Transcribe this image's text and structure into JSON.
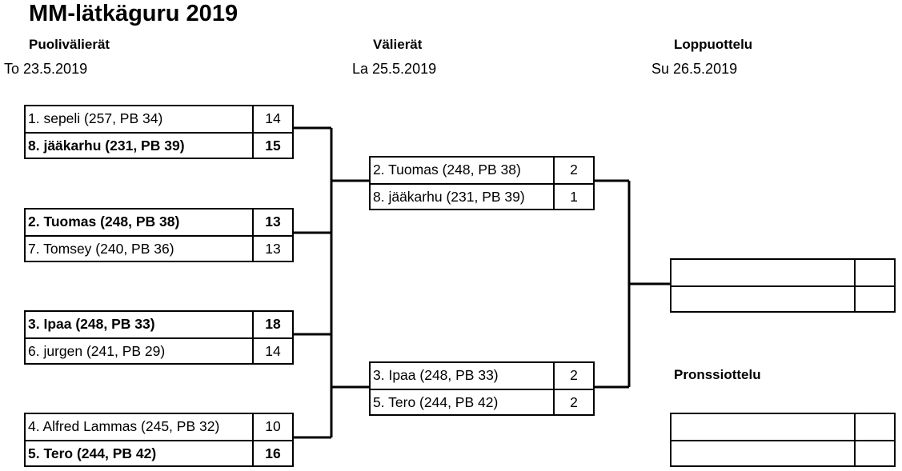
{
  "title": "MM-lätkäguru 2019",
  "rounds": {
    "quarterfinals": {
      "label": "Puolivälierät",
      "date": "To 23.5.2019"
    },
    "semifinals": {
      "label": "Välierät",
      "date": "La 25.5.2019"
    },
    "final": {
      "label": "Loppuottelu",
      "date": "Su 26.5.2019"
    },
    "bronze": {
      "label": "Pronssiottelu"
    }
  },
  "quarterfinals": [
    {
      "teams": [
        {
          "name": "1. sepeli (257, PB 34)",
          "score": "14",
          "winner": false
        },
        {
          "name": "8. jääkarhu (231, PB 39)",
          "score": "15",
          "winner": true
        }
      ]
    },
    {
      "teams": [
        {
          "name": "2. Tuomas (248, PB 38)",
          "score": "13",
          "winner": true
        },
        {
          "name": "7. Tomsey (240, PB 36)",
          "score": "13",
          "winner": false
        }
      ]
    },
    {
      "teams": [
        {
          "name": "3. Ipaa (248, PB 33)",
          "score": "18",
          "winner": true
        },
        {
          "name": "6. jurgen (241, PB 29)",
          "score": "14",
          "winner": false
        }
      ]
    },
    {
      "teams": [
        {
          "name": "4. Alfred Lammas (245, PB 32)",
          "score": "10",
          "winner": false
        },
        {
          "name": "5. Tero (244, PB 42)",
          "score": "16",
          "winner": true
        }
      ]
    }
  ],
  "semifinals": [
    {
      "teams": [
        {
          "name": "2. Tuomas (248, PB 38)",
          "score": "2",
          "winner": false
        },
        {
          "name": "8. jääkarhu (231, PB 39)",
          "score": "1",
          "winner": false
        }
      ]
    },
    {
      "teams": [
        {
          "name": "3. Ipaa (248, PB 33)",
          "score": "2",
          "winner": false
        },
        {
          "name": "5. Tero (244, PB 42)",
          "score": "2",
          "winner": false
        }
      ]
    }
  ],
  "final": {
    "teams": [
      {
        "name": "",
        "score": ""
      },
      {
        "name": "",
        "score": ""
      }
    ]
  },
  "bronze": {
    "teams": [
      {
        "name": "",
        "score": ""
      },
      {
        "name": "",
        "score": ""
      }
    ]
  }
}
